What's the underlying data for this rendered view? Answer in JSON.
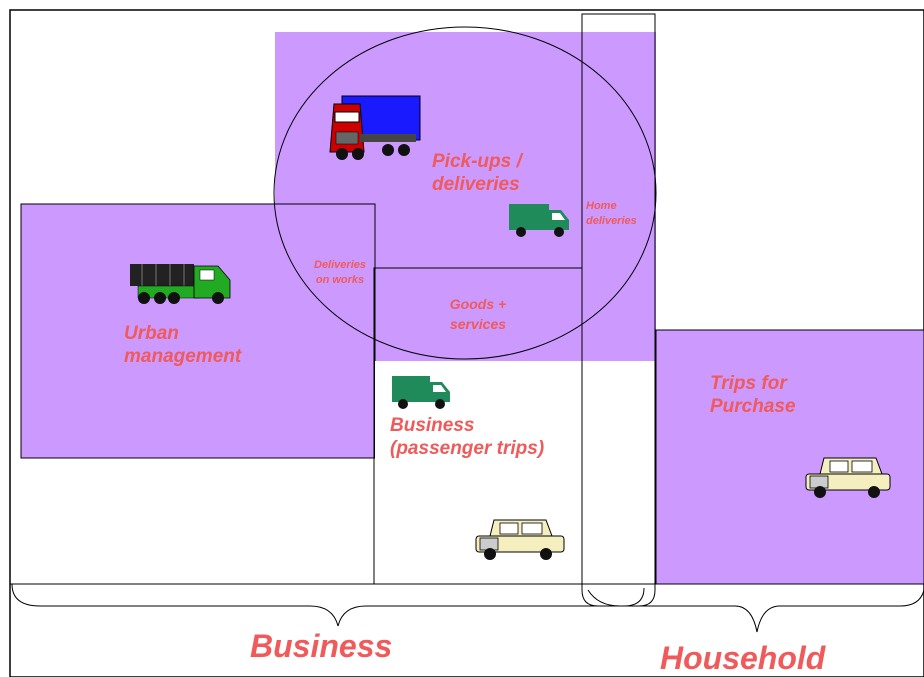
{
  "diagram": {
    "colors": {
      "region_fill": "#cc99ff",
      "label_text": "#f05a5a",
      "outline": "#000000",
      "truck_cab": "#cc0000",
      "truck_trailer": "#1a1aff",
      "van": "#1f8a5a",
      "dump_truck_cab": "#22aa22",
      "car_body": "#f5efc0"
    },
    "icons": [
      "truck-icon",
      "delivery-van-icon",
      "dump-truck-icon",
      "car-icon"
    ],
    "labels": {
      "pickups_deliveries_line1": "Pick-ups /",
      "pickups_deliveries_line2": "deliveries",
      "home_deliveries_line1": "Home",
      "home_deliveries_line2": "deliveries",
      "deliveries_on_works_line1": "Deliveries",
      "deliveries_on_works_line2": "on works",
      "goods_services_line1": "Goods +",
      "goods_services_line2": "services",
      "urban_management_line1": "Urban",
      "urban_management_line2": "management",
      "business_trips_line1": "Business",
      "business_trips_line2": "(passenger trips)",
      "trips_purchase_line1": "Trips for",
      "trips_purchase_line2": "Purchase",
      "business_group": "Business",
      "household_group": "Household"
    }
  }
}
